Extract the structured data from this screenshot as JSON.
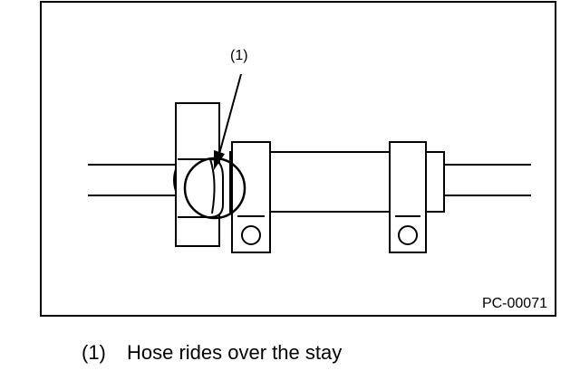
{
  "diagram": {
    "callout_label": "(1)",
    "figure_id": "PC-00071"
  },
  "legend": {
    "items": [
      {
        "number": "(1)",
        "text": "Hose rides over the stay"
      }
    ]
  }
}
